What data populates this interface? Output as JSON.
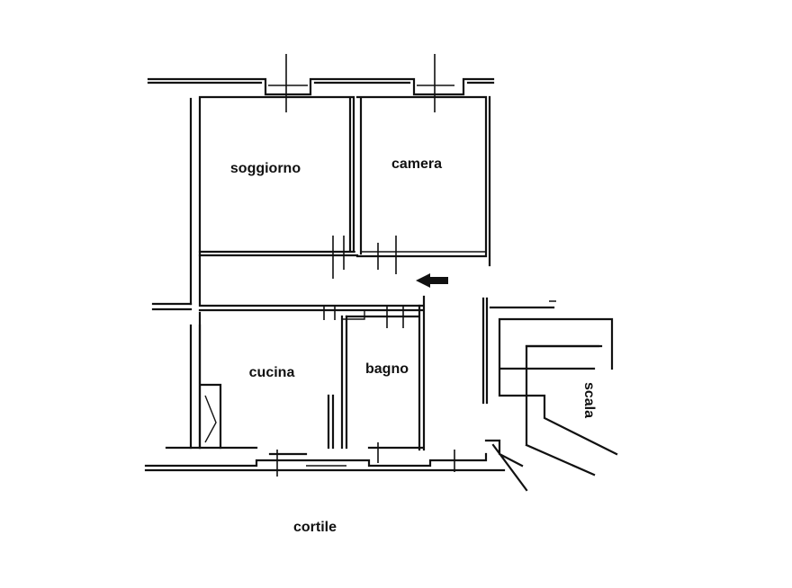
{
  "rooms": {
    "soggiorno": "soggiorno",
    "camera": "camera",
    "cucina": "cucina",
    "bagno": "bagno",
    "scala": "scala",
    "cortile": "cortile"
  },
  "colors": {
    "ink": "#111111",
    "paper": "#ffffff"
  },
  "icons": {
    "entrance": "arrow-left-icon"
  }
}
